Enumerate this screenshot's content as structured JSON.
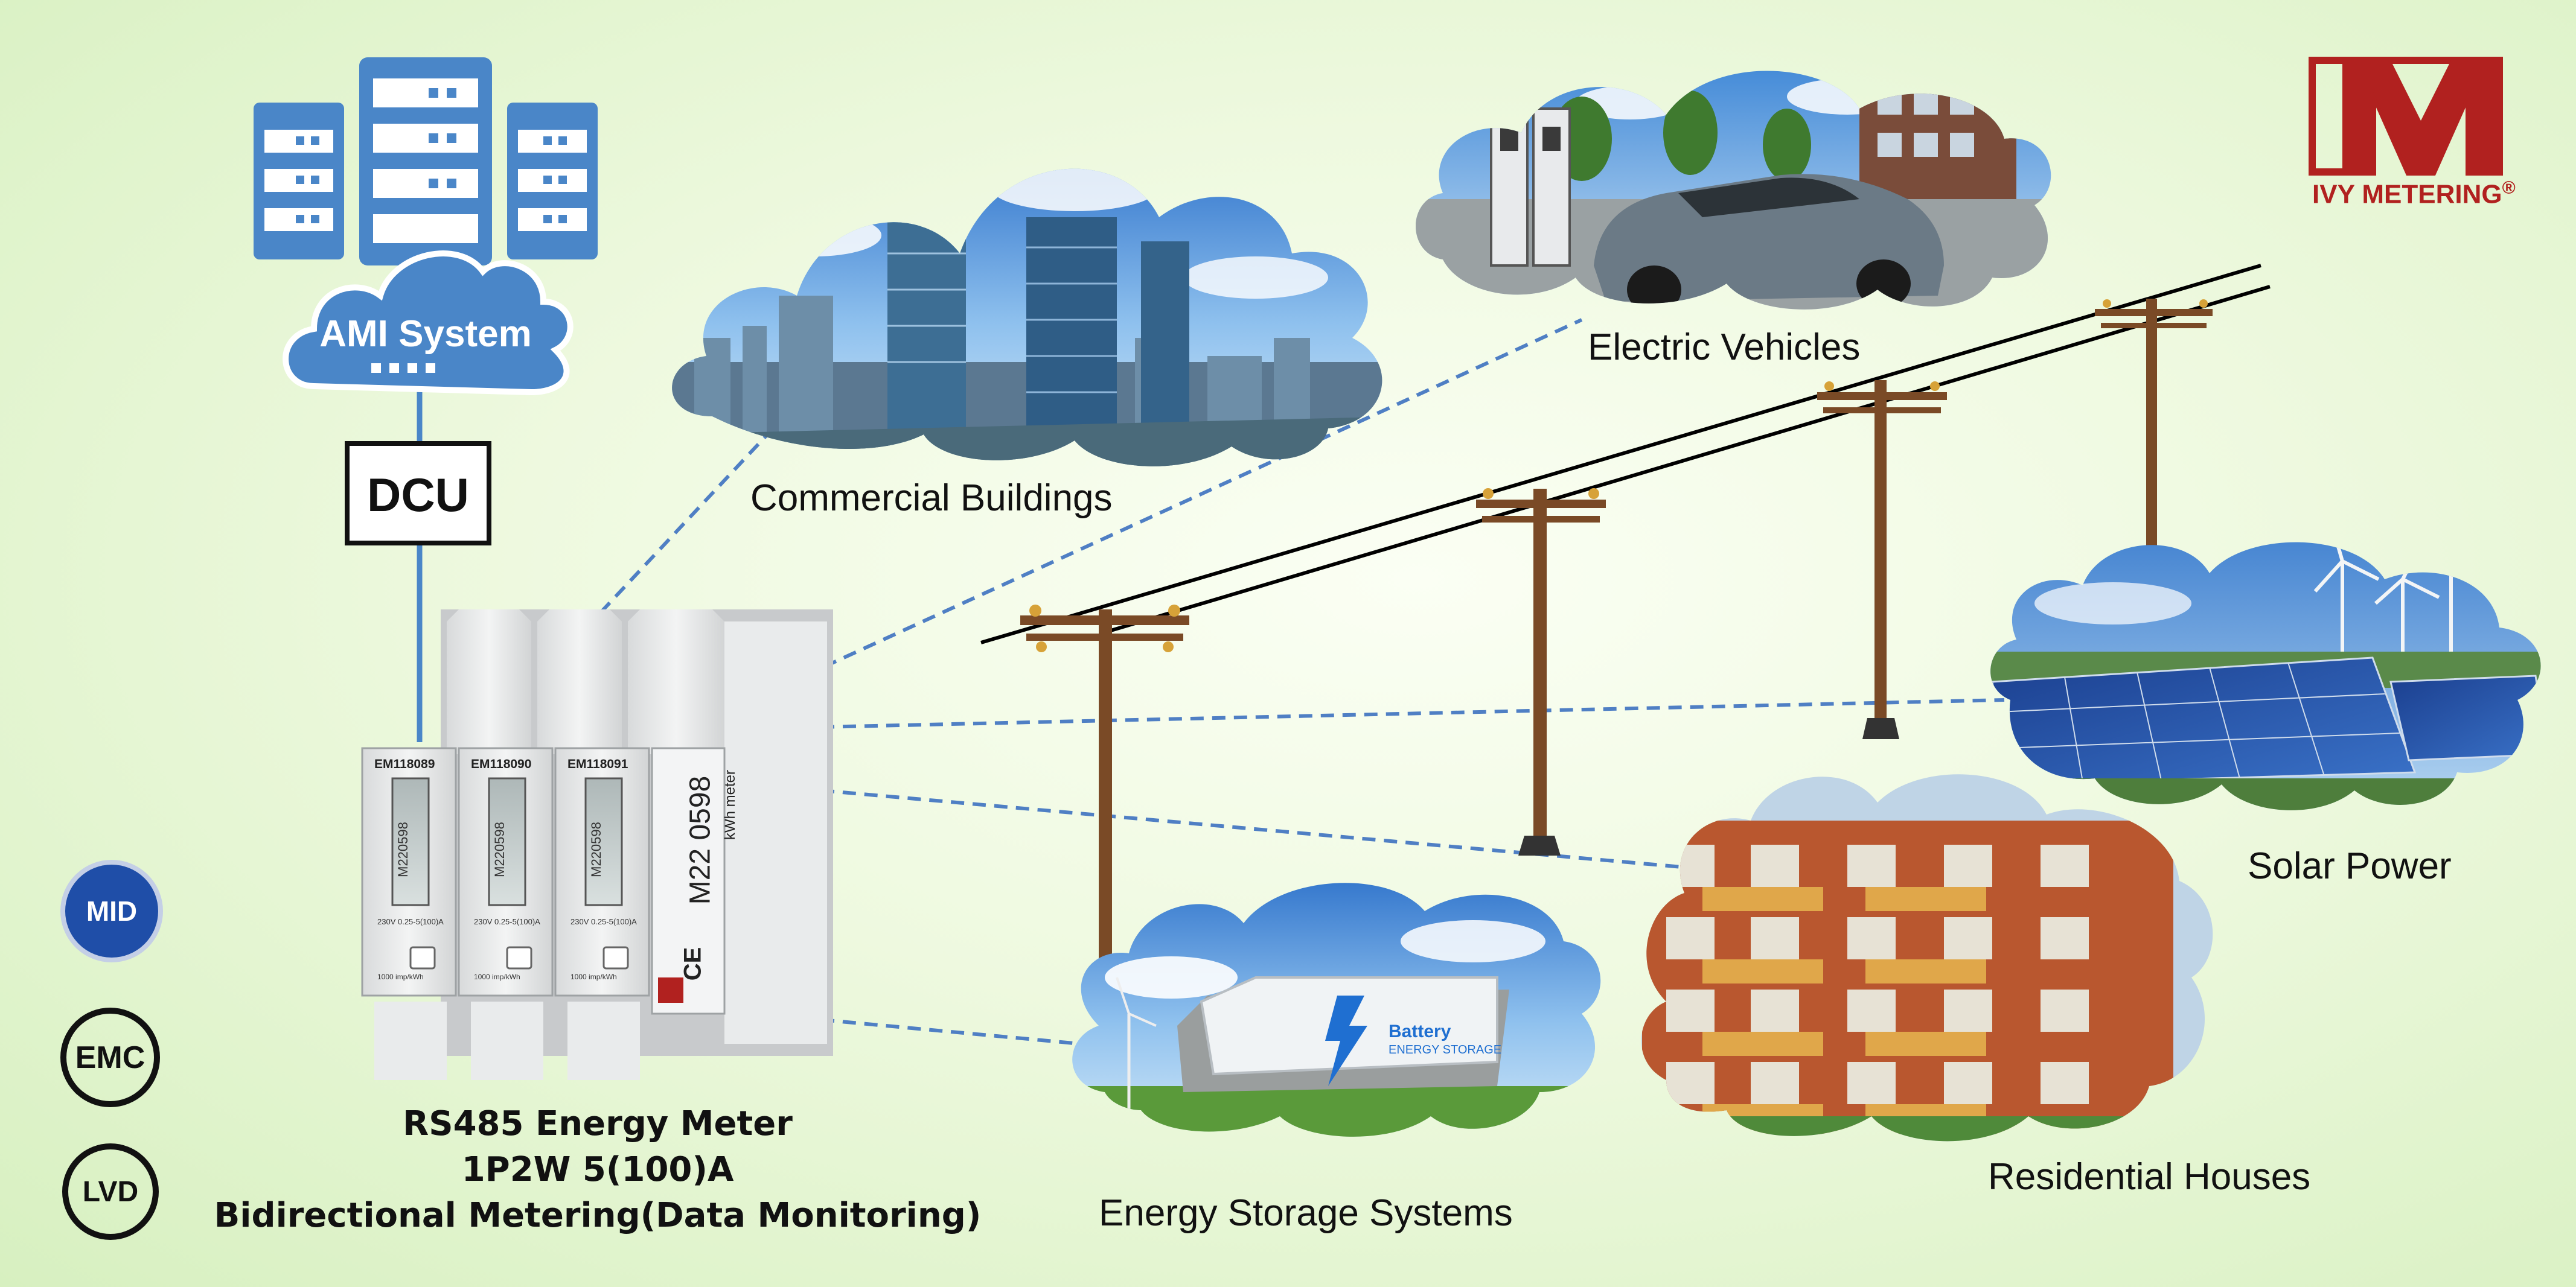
{
  "ami": {
    "label": "AMI System"
  },
  "dcu": {
    "label": "DCU"
  },
  "brand": {
    "name": "IVY METERING",
    "reg": "®",
    "logo_color": "#b1211f"
  },
  "clouds": {
    "commercial": "Commercial Buildings",
    "ev": "Electric Vehicles",
    "solar": "Solar Power",
    "storage": "Energy Storage Systems",
    "residential": "Residential Houses"
  },
  "storage_container": {
    "line1": "Battery",
    "line2": "ENERGY STORAGE"
  },
  "meter": {
    "line1": "RS485 Energy Meter",
    "line2": "1P2W 5(100)A",
    "line3": "Bidirectional Metering(Data Monitoring)",
    "units": [
      {
        "id": "EM118089",
        "serial": "M220598"
      },
      {
        "id": "EM118090",
        "serial": "M220598"
      },
      {
        "id": "EM118091",
        "serial": "M220598"
      }
    ],
    "side_mark": "M22 0598",
    "side_ce": "CE",
    "side_info": "kWh meter",
    "unit_rating": "230V 0.25-5(100)A",
    "unit_imp": "1000 imp/kWh"
  },
  "certs": [
    "MID",
    "EMC",
    "LVD"
  ],
  "colors": {
    "accent_blue": "#4a86c8",
    "dash_blue": "#4f7fc4",
    "pole_brown": "#7a4a26"
  }
}
